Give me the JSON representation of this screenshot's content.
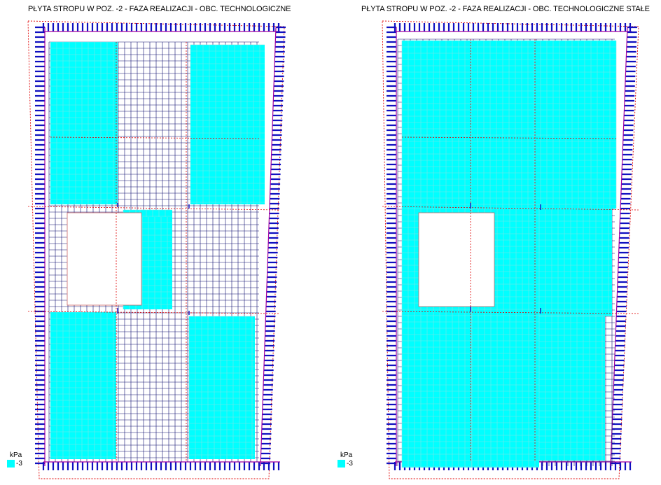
{
  "colors": {
    "load_fill": "#00FFFF",
    "mesh_cyan": "#7FE5E5",
    "mesh_white": "#101070",
    "support": "#1010C0",
    "outline": "#E00000",
    "edge": "#A000A0"
  },
  "panels": [
    {
      "title": "PŁYTA STROPU W POZ. -2 - FAZA REALIZACJI - OBC. TECHNOLOGICZNE",
      "legend": {
        "unit": "kPa",
        "value": "-3"
      }
    },
    {
      "title": "PŁYTA STROPU W POZ. -2 - FAZA REALIZACJI - OBC. TECHNOLOGICZNE STAŁE",
      "legend": {
        "unit": "kPa",
        "value": "-3"
      }
    }
  ]
}
